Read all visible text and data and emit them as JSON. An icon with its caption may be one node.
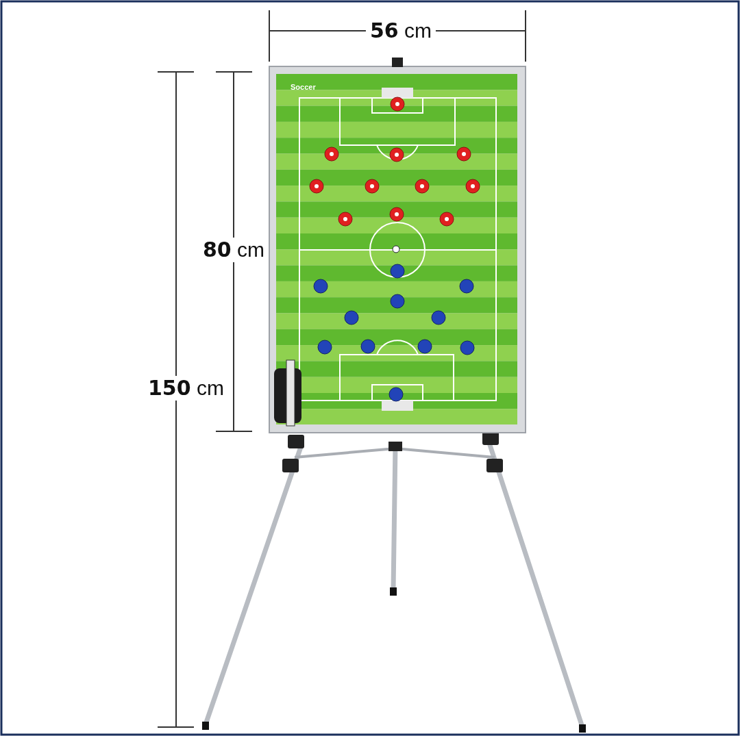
{
  "diagram": {
    "labels": [
      "**56** cm",
      "Soccer",
      "**80** cm",
      "**150** cm"
    ]
  }
}
